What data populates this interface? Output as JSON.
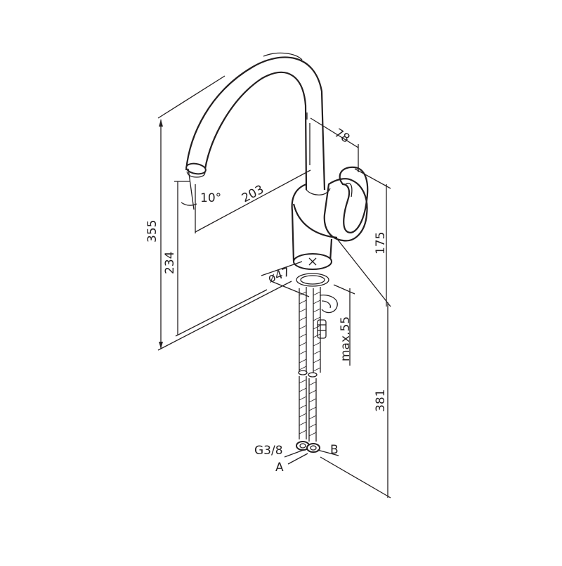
{
  "dimensions": {
    "spout_reach": "203",
    "handle_depth": "78",
    "spout_angle": "10°",
    "overall_height": "355",
    "spout_outlet_height": "234",
    "body_height": "175",
    "hole_diameter": "ø47",
    "max_thickness": "max.55",
    "hose_length": "381"
  },
  "labels": {
    "thread": "G3/8",
    "port_a": "A",
    "port_b": "B"
  },
  "colors": {
    "line": "#231f20",
    "background": "#ffffff"
  }
}
